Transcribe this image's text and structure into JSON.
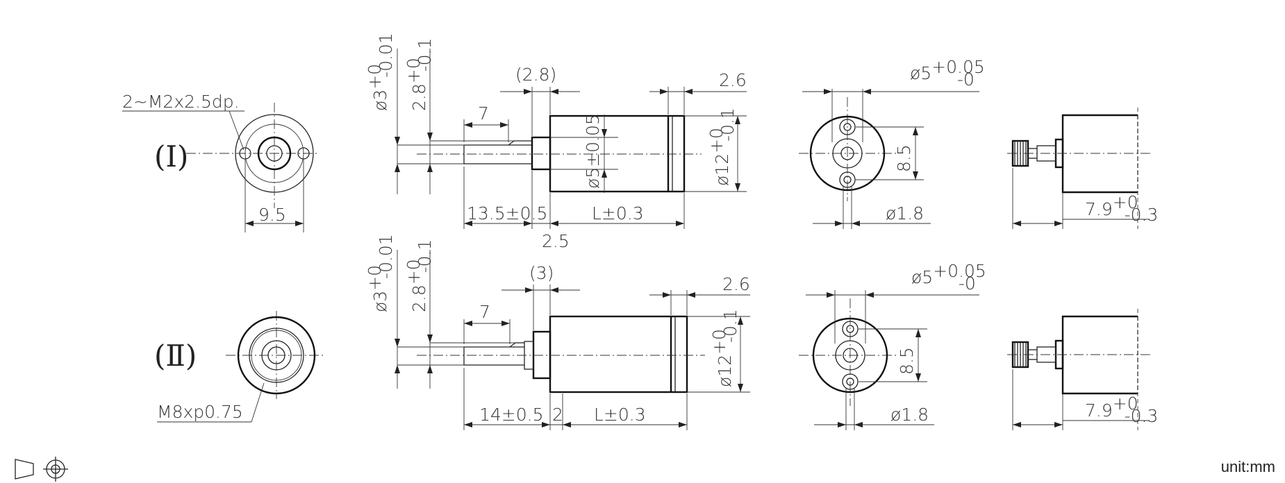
{
  "unit_label": "unit:mm",
  "projection_symbol": "first-angle-projection-icon",
  "row1": {
    "roman": "(Ⅰ)",
    "hole_note": "2~M2x2.5dp.",
    "pcd": "9.5",
    "shaft_dia_main": "ø3",
    "shaft_dia_tol_up": "+0",
    "shaft_dia_tol_dn": "-0.01",
    "flat_main": "2.8",
    "flat_tol_up": "+0",
    "flat_tol_dn": "-0.1",
    "flat_len": "7",
    "boss_ref": "(2.8)",
    "end_cap": "2.6",
    "boss_dia": "ø5±0.05",
    "body_dia_main": "ø12",
    "body_dia_tol_up": "+0",
    "body_dia_tol_dn": "-0.1",
    "shaft_len": "13.5±0.5",
    "body_len": "L±0.3",
    "boss_len": "2.5",
    "term_dia_main": "ø5",
    "term_dia_tol_up": "+0.05",
    "term_dia_tol_dn": "-0",
    "term_pitch": "8.5",
    "pin_dia": "ø1.8",
    "side_main": "7.9",
    "side_tol_up": "+0",
    "side_tol_dn": "-0.3"
  },
  "row2": {
    "roman": "(Ⅱ)",
    "thread_note": "M8xp0.75",
    "shaft_dia_main": "ø3",
    "shaft_dia_tol_up": "+0",
    "shaft_dia_tol_dn": "-0.01",
    "flat_main": "2.8",
    "flat_tol_up": "+0",
    "flat_tol_dn": "-0.1",
    "flat_len": "7",
    "boss_ref": "(3)",
    "end_cap": "2.6",
    "body_dia_main": "ø12",
    "body_dia_tol_up": "+0",
    "body_dia_tol_dn": "-0.1",
    "shaft_len": "14±0.5",
    "boss_len": "2",
    "body_len": "L±0.3",
    "term_dia_main": "ø5",
    "term_dia_tol_up": "+0.05",
    "term_dia_tol_dn": "-0",
    "term_pitch": "8.5",
    "pin_dia": "ø1.8",
    "side_main": "7.9",
    "side_tol_up": "+0",
    "side_tol_dn": "-0.3"
  }
}
